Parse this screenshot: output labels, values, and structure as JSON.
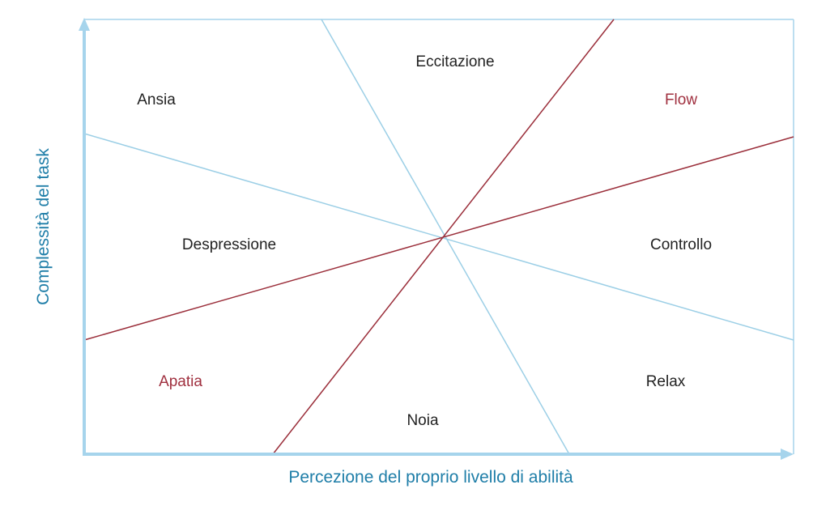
{
  "axes": {
    "x_label": "Percezione del proprio livello di abilità",
    "y_label": "Complessità del task"
  },
  "regions": [
    {
      "id": "eccitazione",
      "label": "Eccitazione",
      "accent": false
    },
    {
      "id": "ansia",
      "label": "Ansia",
      "accent": false
    },
    {
      "id": "flow",
      "label": "Flow",
      "accent": true
    },
    {
      "id": "despressione",
      "label": "Despressione",
      "accent": false
    },
    {
      "id": "controllo",
      "label": "Controllo",
      "accent": false
    },
    {
      "id": "apatia",
      "label": "Apatia",
      "accent": true
    },
    {
      "id": "relax",
      "label": "Relax",
      "accent": false
    },
    {
      "id": "noia",
      "label": "Noia",
      "accent": false
    }
  ],
  "colors": {
    "axis": "#a6d4ec",
    "frame": "#a6d4ec",
    "light_line": "#9ccfe6",
    "dark_line": "#9b2f3b",
    "text": "#222222",
    "accent_text": "#a0303f",
    "axis_title": "#1f7ea8"
  }
}
